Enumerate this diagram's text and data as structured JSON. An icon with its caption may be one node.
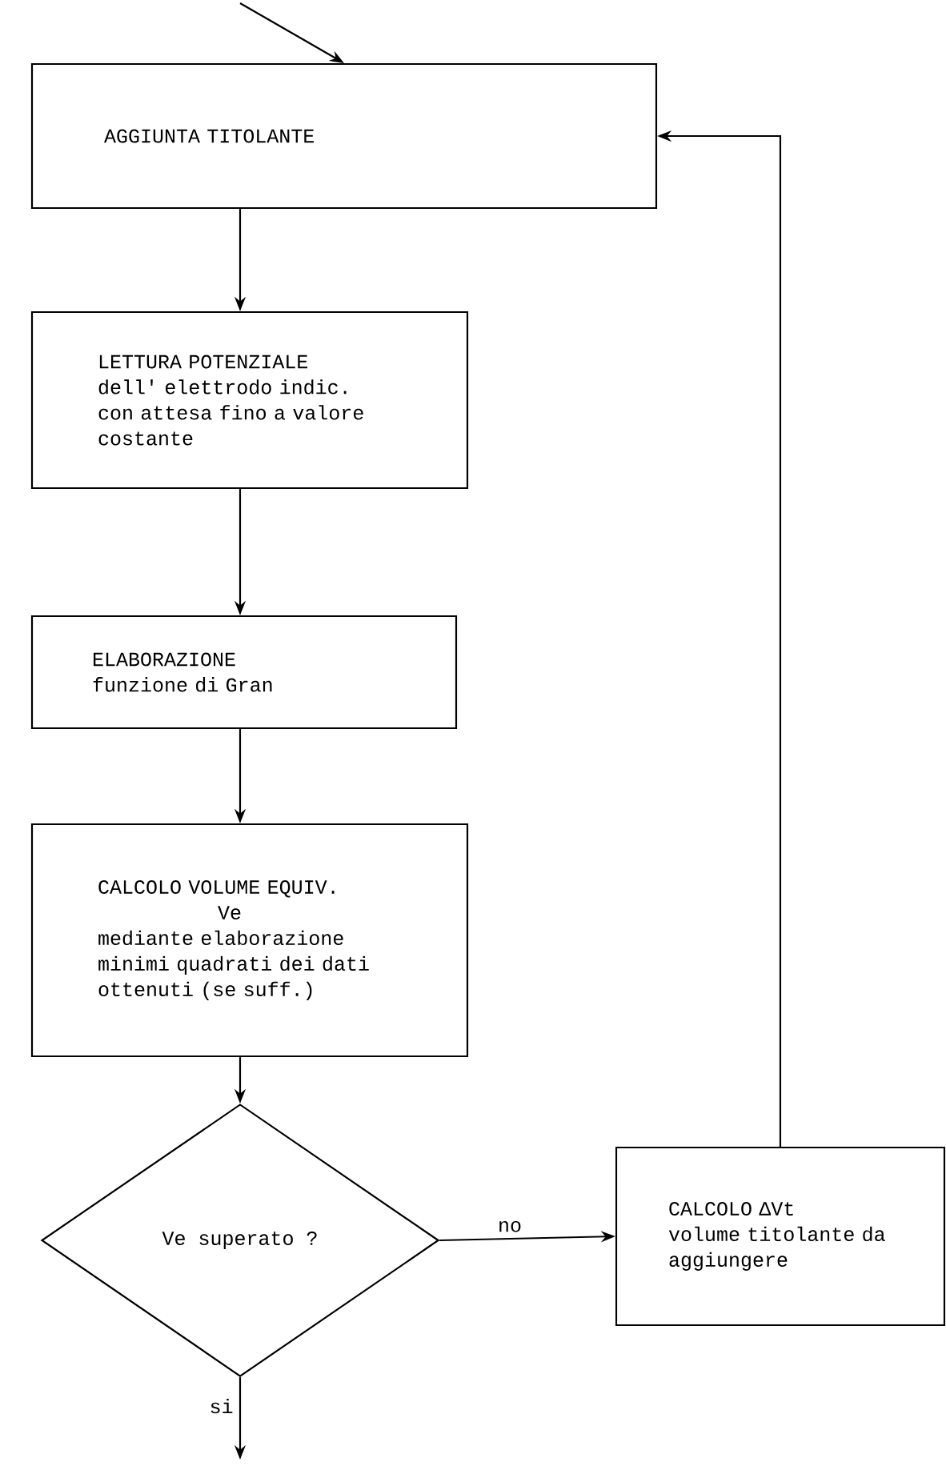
{
  "diagram": {
    "nodes": [
      {
        "text": [
          "AGGIUNTA TITOLANTE"
        ]
      },
      {
        "text": [
          "LETTURA POTENZIALE",
          "dell' elettrodo indic. con attesa fino a valore costante"
        ]
      },
      {
        "text": [
          "ELABORAZIONE",
          "funzione di Gran"
        ]
      },
      {
        "text": [
          "CALCOLO VOLUME EQUIV.",
          "Ve",
          "mediante elaborazione minimi quadrati dei dati ottenuti (se suff.)"
        ]
      },
      {
        "text": [
          "Ve superato ?"
        ]
      },
      {
        "text": [
          "CALCOLO ΔVt",
          "volume titolante da aggiungere"
        ]
      }
    ],
    "edges": [
      {
        "from": null,
        "to": 0,
        "arrow": "to"
      },
      {
        "from": 0,
        "to": 1,
        "arrow": "to"
      },
      {
        "from": 1,
        "to": 2,
        "arrow": "to"
      },
      {
        "from": 2,
        "to": 3,
        "arrow": "to"
      },
      {
        "from": 3,
        "to": 4,
        "arrow": "to"
      },
      {
        "from": 4,
        "to": 5,
        "arrow": "to",
        "label": "no"
      },
      {
        "from": 5,
        "to": 0,
        "arrow": "to"
      },
      {
        "from": 4,
        "to": null,
        "arrow": "to",
        "label": "si"
      }
    ]
  }
}
